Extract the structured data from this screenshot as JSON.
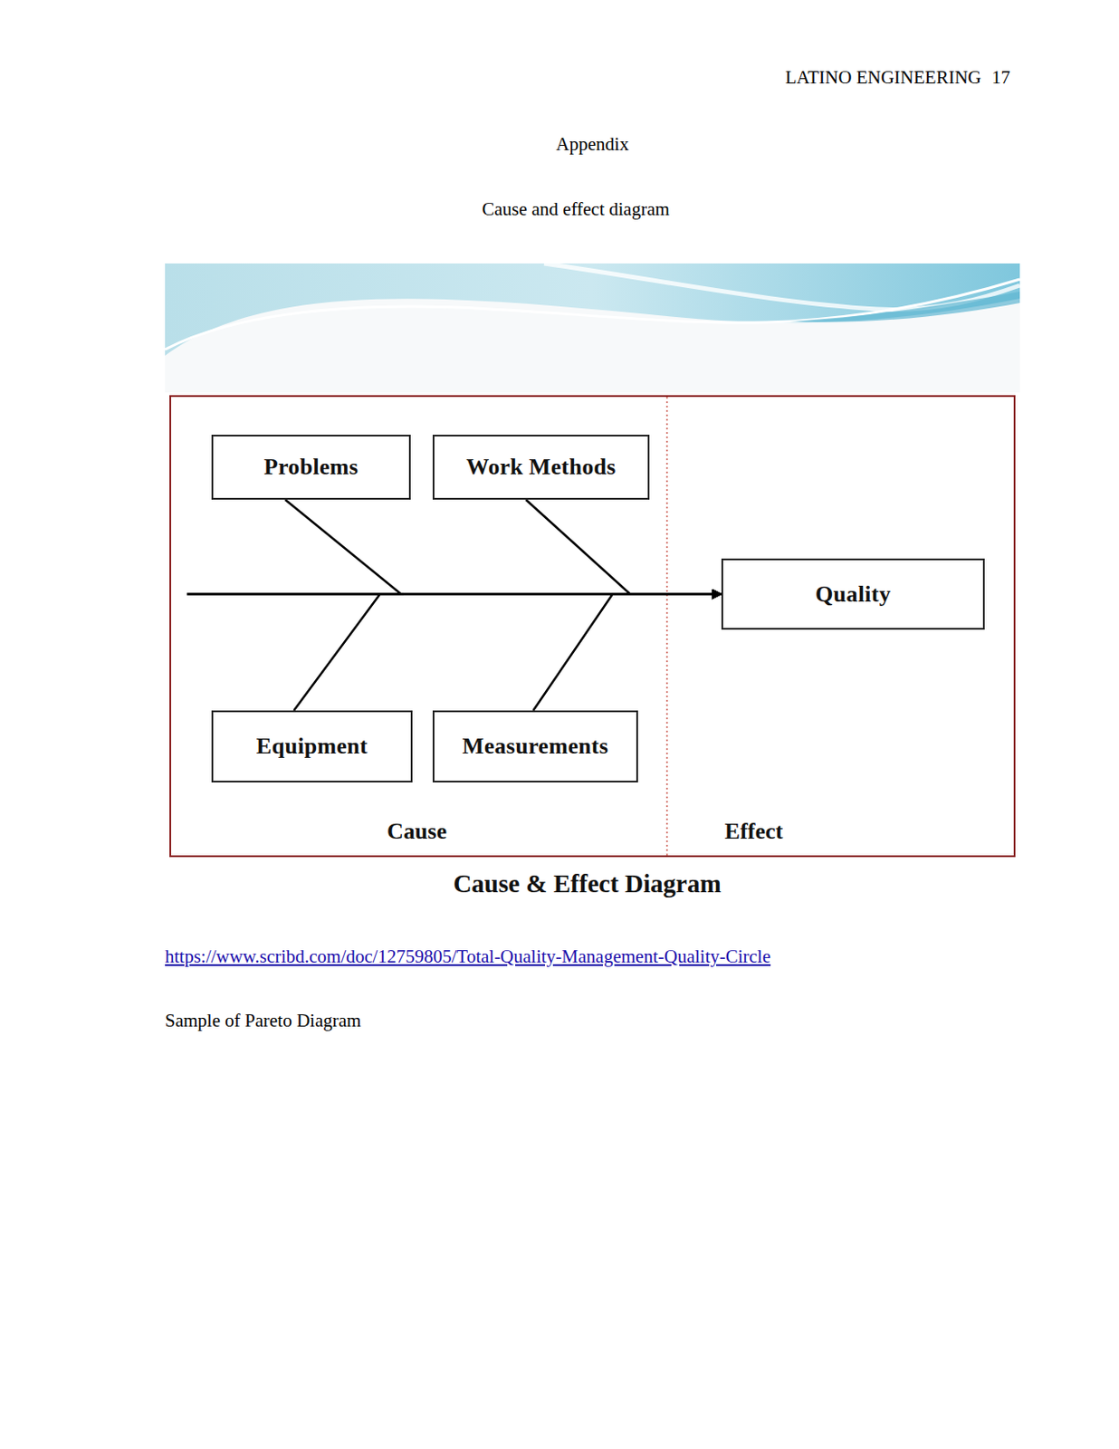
{
  "diagram": {
    "title": "Cause and effect diagram",
    "caption": "Cause & Effect Diagram",
    "nodes": [
      {
        "text": [
          "Problems"
        ]
      },
      {
        "text": [
          "Work Methods"
        ]
      },
      {
        "text": [
          "Equipment"
        ]
      },
      {
        "text": [
          "Measurements"
        ]
      },
      {
        "text": [
          "Quality"
        ]
      }
    ],
    "edges": [
      {
        "from": 0,
        "to": 4,
        "arrow": "to"
      },
      {
        "from": 1,
        "to": 4,
        "arrow": "to"
      },
      {
        "from": 2,
        "to": 4,
        "arrow": "to"
      },
      {
        "from": 3,
        "to": 4,
        "arrow": "to"
      }
    ],
    "labels": [
      "LATINO ENGINEERING",
      "17",
      "Appendix",
      "Cause",
      "Effect",
      "https://www.scribd.com/doc/12759805/Total-Quality-Management-Quality-Circle",
      "Sample of Pareto Diagram"
    ]
  }
}
